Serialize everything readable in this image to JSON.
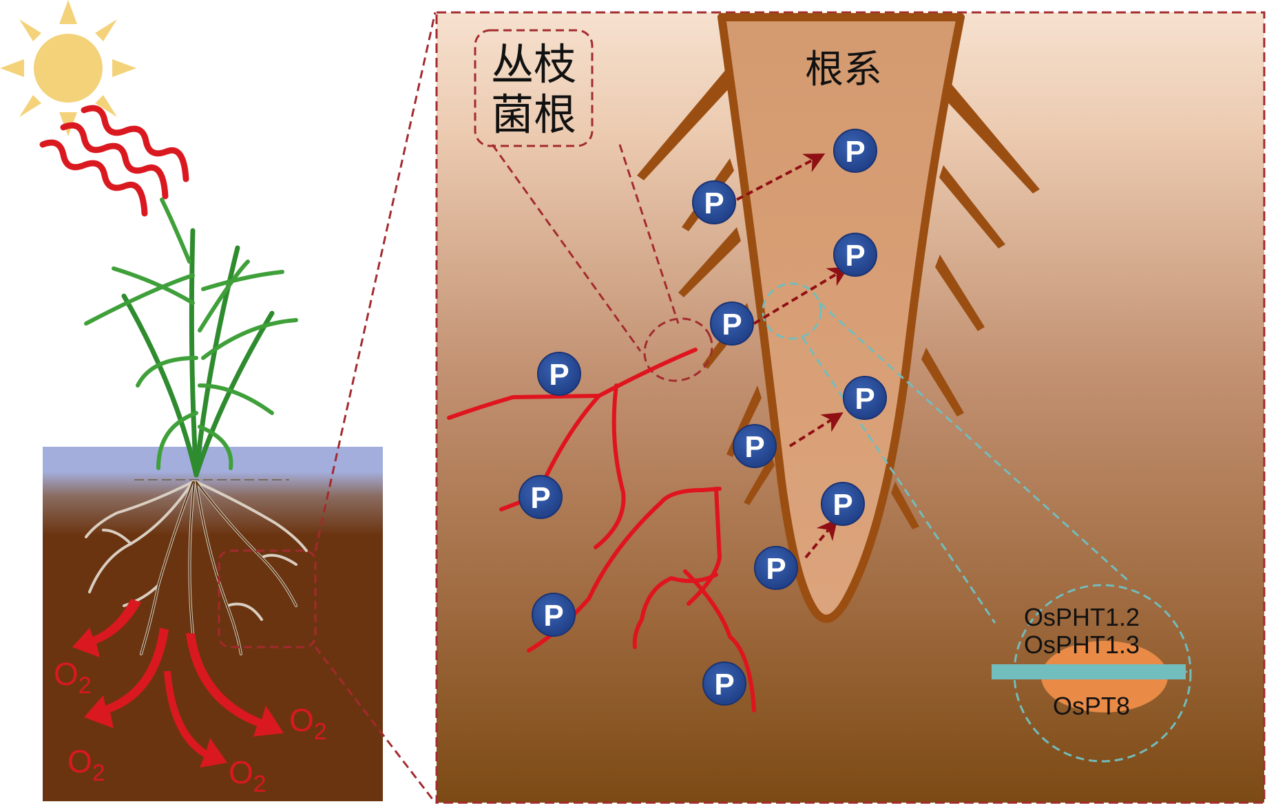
{
  "labels": {
    "mycorrhiza_line1": "丛枝",
    "mycorrhiza_line2": "菌根",
    "root_system": "根系",
    "transporter_1": "OsPHT1.2",
    "transporter_2": "OsPHT1.3",
    "transporter_3": "OsPT8",
    "phosphate": "P",
    "oxygen": "O",
    "oxygen_subscript": "2"
  },
  "colors": {
    "sun": "#f3d27a",
    "heat_waves": "#d9191f",
    "hyphae": "#e0141e",
    "phosphate_fill": "#2a4f9a",
    "callout_border": "#a32a2e",
    "root_body": "#d29d74",
    "root_edge": "#9b4e12",
    "transporter_ellipse": "#e98a47",
    "transporter_arrow": "#72bdbd",
    "water": "#a4aedd",
    "soil": "#6b3410"
  },
  "icons": {
    "sun": "sun-icon",
    "plant": "rice-plant-icon",
    "phosphate": "phosphate-ion-icon",
    "oxygen_arrow": "oxygen-release-arrow"
  }
}
